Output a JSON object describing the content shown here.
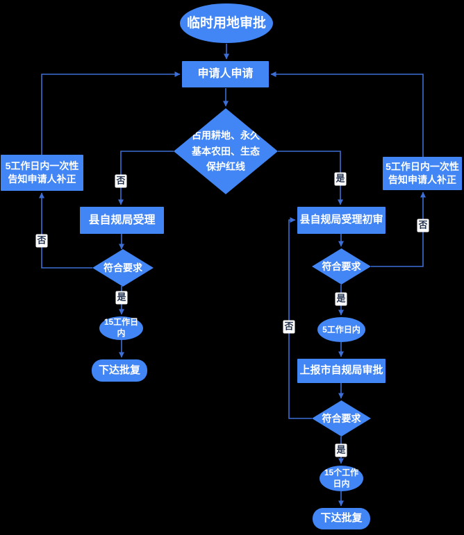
{
  "diagram": {
    "title": "临时用地审批",
    "colors": {
      "background": "#000000",
      "node_fill": "#4285F4",
      "connector": "#3D6FD6",
      "node_text": "#FFFFFF",
      "edge_label_bg": "#FFFFFF",
      "edge_label_text": "#22314E"
    },
    "nodes": {
      "start": {
        "label": "临时用地审批",
        "shape": "ellipse"
      },
      "apply": {
        "label": "申请人申请",
        "shape": "rect"
      },
      "decision_redline": {
        "label": "占用耕地、永久\n基本农田、生态\n保护红线",
        "shape": "diamond"
      },
      "notify_left": {
        "label": "5工作日内一次性\n告知申请人补正",
        "shape": "rect"
      },
      "county_accept": {
        "label": "县自规局受理",
        "shape": "rect"
      },
      "check_left": {
        "label": "符合要求",
        "shape": "diamond"
      },
      "days15_left": {
        "label": "15工作日\n内",
        "shape": "ellipse"
      },
      "issue_left": {
        "label": "下达批复",
        "shape": "rounded"
      },
      "county_preliminary": {
        "label": "县自规局受理初审",
        "shape": "rect"
      },
      "notify_right": {
        "label": "5工作日内一次性\n告知申请人补正",
        "shape": "rect"
      },
      "check_right": {
        "label": "符合要求",
        "shape": "diamond"
      },
      "days5_right": {
        "label": "5工作日内",
        "shape": "ellipse"
      },
      "report_city": {
        "label": "上报市自规局审批",
        "shape": "rect"
      },
      "check_city": {
        "label": "符合要求",
        "shape": "diamond"
      },
      "days15_right": {
        "label": "15个工作\n日内",
        "shape": "ellipse"
      },
      "issue_right": {
        "label": "下达批复",
        "shape": "rounded"
      }
    },
    "edge_labels": {
      "yes": "是",
      "no": "否"
    }
  }
}
